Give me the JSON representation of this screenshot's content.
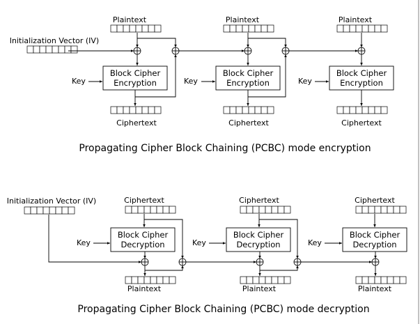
{
  "encryption": {
    "caption": "Propagating Cipher Block Chaining (PCBC) mode encryption",
    "iv_label": "Initialization Vector (IV)",
    "stages": [
      {
        "input_label": "Plaintext",
        "key_label": "Key",
        "cipher_line1": "Block Cipher",
        "cipher_line2": "Encryption",
        "output_label": "Ciphertext"
      },
      {
        "input_label": "Plaintext",
        "key_label": "Key",
        "cipher_line1": "Block Cipher",
        "cipher_line2": "Encryption",
        "output_label": "Ciphertext"
      },
      {
        "input_label": "Plaintext",
        "key_label": "Key",
        "cipher_line1": "Block Cipher",
        "cipher_line2": "Encryption",
        "output_label": "Ciphertext"
      }
    ]
  },
  "decryption": {
    "caption": "Propagating Cipher Block Chaining (PCBC) mode decryption",
    "iv_label": "Initialization Vector (IV)",
    "stages": [
      {
        "input_label": "Ciphertext",
        "key_label": "Key",
        "cipher_line1": "Block Cipher",
        "cipher_line2": "Decryption",
        "output_label": "Plaintext"
      },
      {
        "input_label": "Ciphertext",
        "key_label": "Key",
        "cipher_line1": "Block Cipher",
        "cipher_line2": "Decryption",
        "output_label": "Plaintext"
      },
      {
        "input_label": "Ciphertext",
        "key_label": "Key",
        "cipher_line1": "Block Cipher",
        "cipher_line2": "Decryption",
        "output_label": "Plaintext"
      }
    ]
  }
}
